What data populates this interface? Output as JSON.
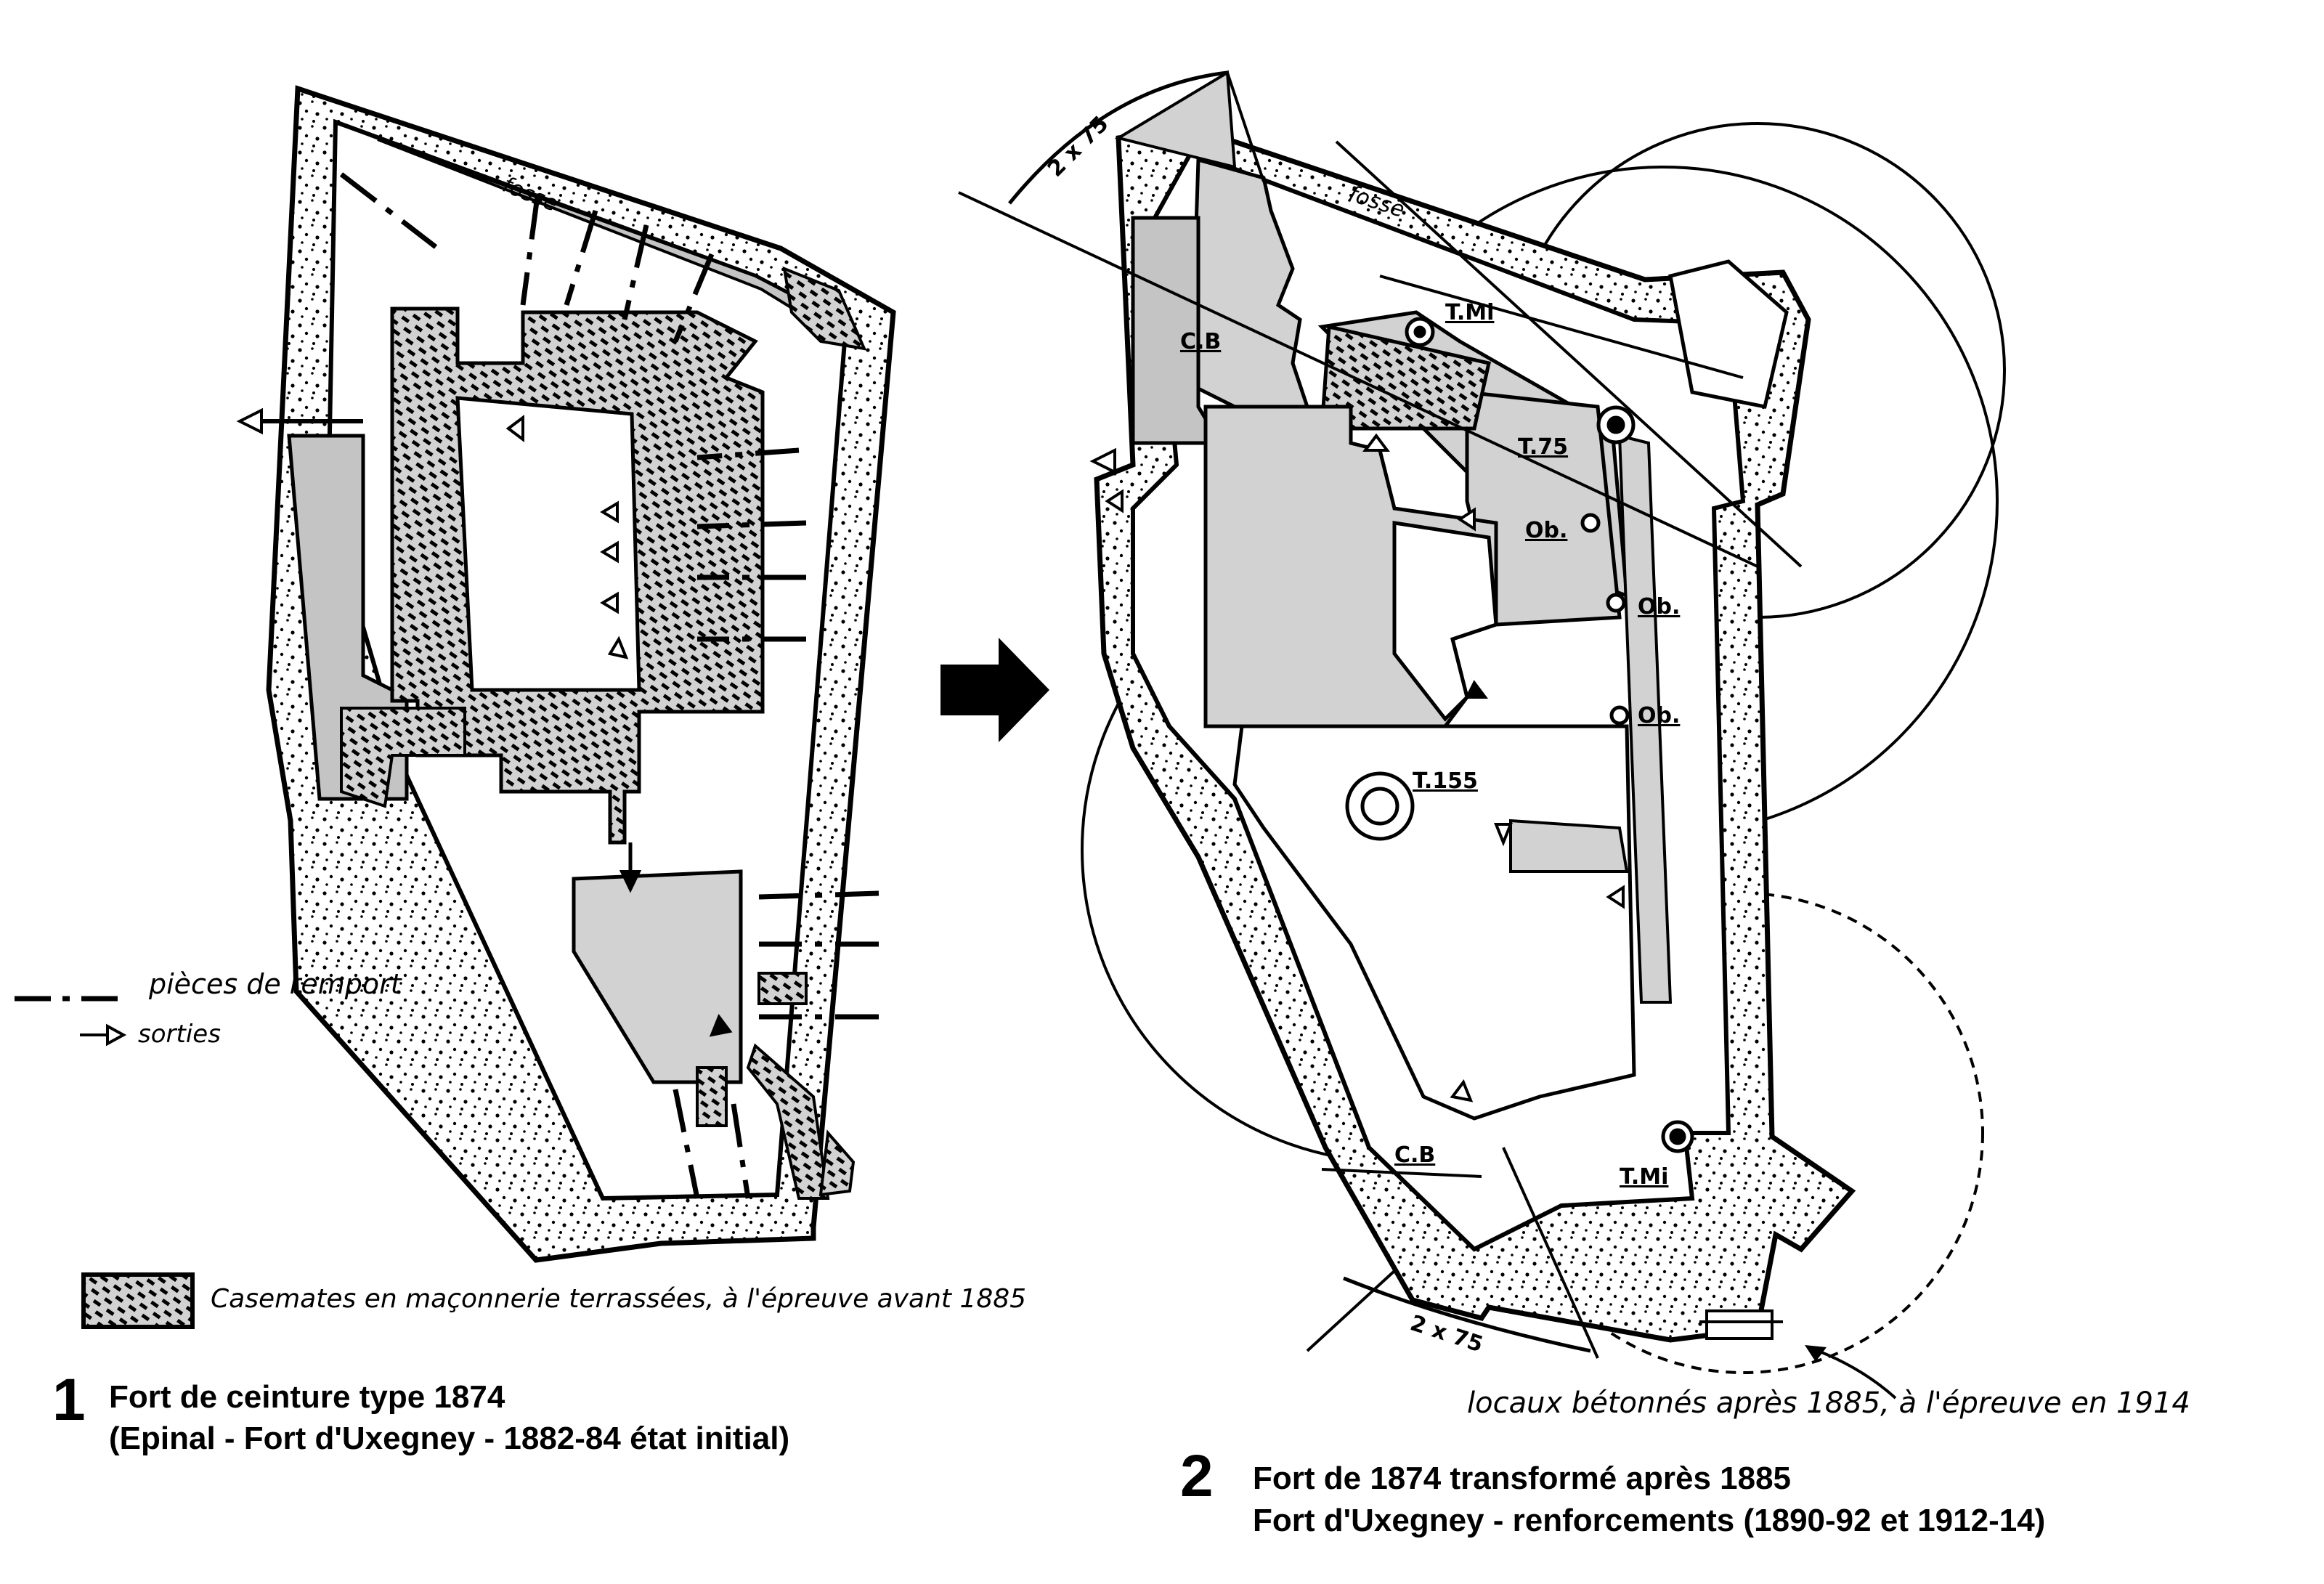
{
  "colors": {
    "ink": "#000000",
    "paper": "#ffffff",
    "fill_grey": "#d6d6d6",
    "rampart_grey": "#c4c4c4"
  },
  "plan1": {
    "fosse": "fosse",
    "legend": {
      "remport": "pièces de remport",
      "sorties": "sorties",
      "casemates": "Casemates en maçonnerie terrassées, à l'épreuve avant 1885"
    },
    "caption": {
      "number": "1",
      "line1": "Fort de ceinture type 1874",
      "line2": "(Epinal - Fort d'Uxegney - 1882-84 état initial)"
    }
  },
  "plan2": {
    "fosse": "fosse",
    "labels": {
      "cb_top": "C.B",
      "tmi_top": "T.Mi",
      "t75": "T.75",
      "ob1": "Ob.",
      "ob2": "Ob.",
      "ob3": "Ob.",
      "t155": "T.155",
      "cb_bottom": "C.B",
      "tmi_bottom": "T.Mi",
      "range_top": "2 x 75",
      "range_bottom": "2 x 75"
    },
    "legend": {
      "locaux": "locaux bétonnés après 1885, à l'épreuve en 1914"
    },
    "caption": {
      "number": "2",
      "line1": "Fort de 1874 transformé après 1885",
      "line2": "Fort d'Uxegney - renforcements (1890-92 et 1912-14)"
    }
  }
}
